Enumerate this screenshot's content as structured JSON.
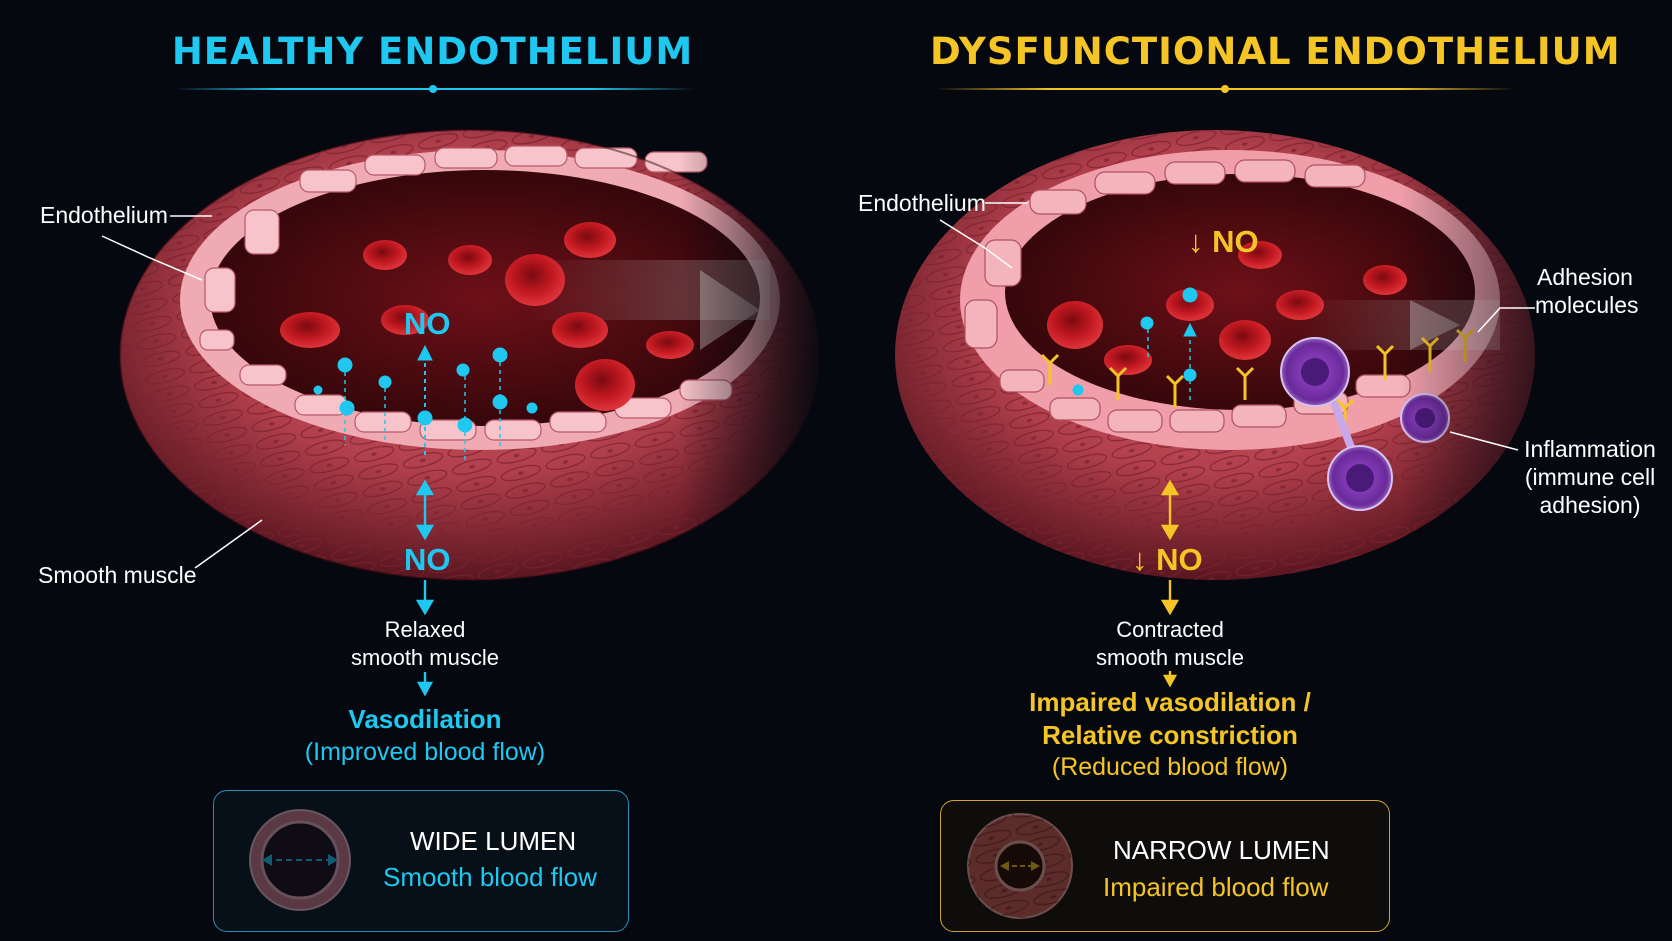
{
  "healthy": {
    "title": "HEALTHY ENDOTHELIUM",
    "accent": "#1ec8f0",
    "label_endothelium": "Endothelium",
    "label_smooth_muscle": "Smooth muscle",
    "no_top": "NO",
    "no_bottom": "NO",
    "step_line1": "Relaxed",
    "step_line2": "smooth muscle",
    "result": "Vasodilation",
    "result_sub": "(Improved blood flow)",
    "card_title": "WIDE LUMEN",
    "card_sub": "Smooth blood flow"
  },
  "dysfunctional": {
    "title": "DYSFUNCTIONAL ENDOTHELIUM",
    "accent": "#f5c525",
    "label_endothelium": "Endothelium",
    "no_top": "↓ NO",
    "no_bottom": "↓ NO",
    "label_adhesion_1": "Adhesion",
    "label_adhesion_2": "molecules",
    "label_inflammation_1": "Inflammation",
    "label_inflammation_2": "(immune cell",
    "label_inflammation_3": "adhesion)",
    "step_line1": "Contracted",
    "step_line2": "smooth muscle",
    "result_line1": "Impaired vasodilation /",
    "result_line2": "Relative constriction",
    "result_sub": "(Reduced blood flow)",
    "card_title": "NARROW LUMEN",
    "card_sub": "Impaired blood flow"
  }
}
